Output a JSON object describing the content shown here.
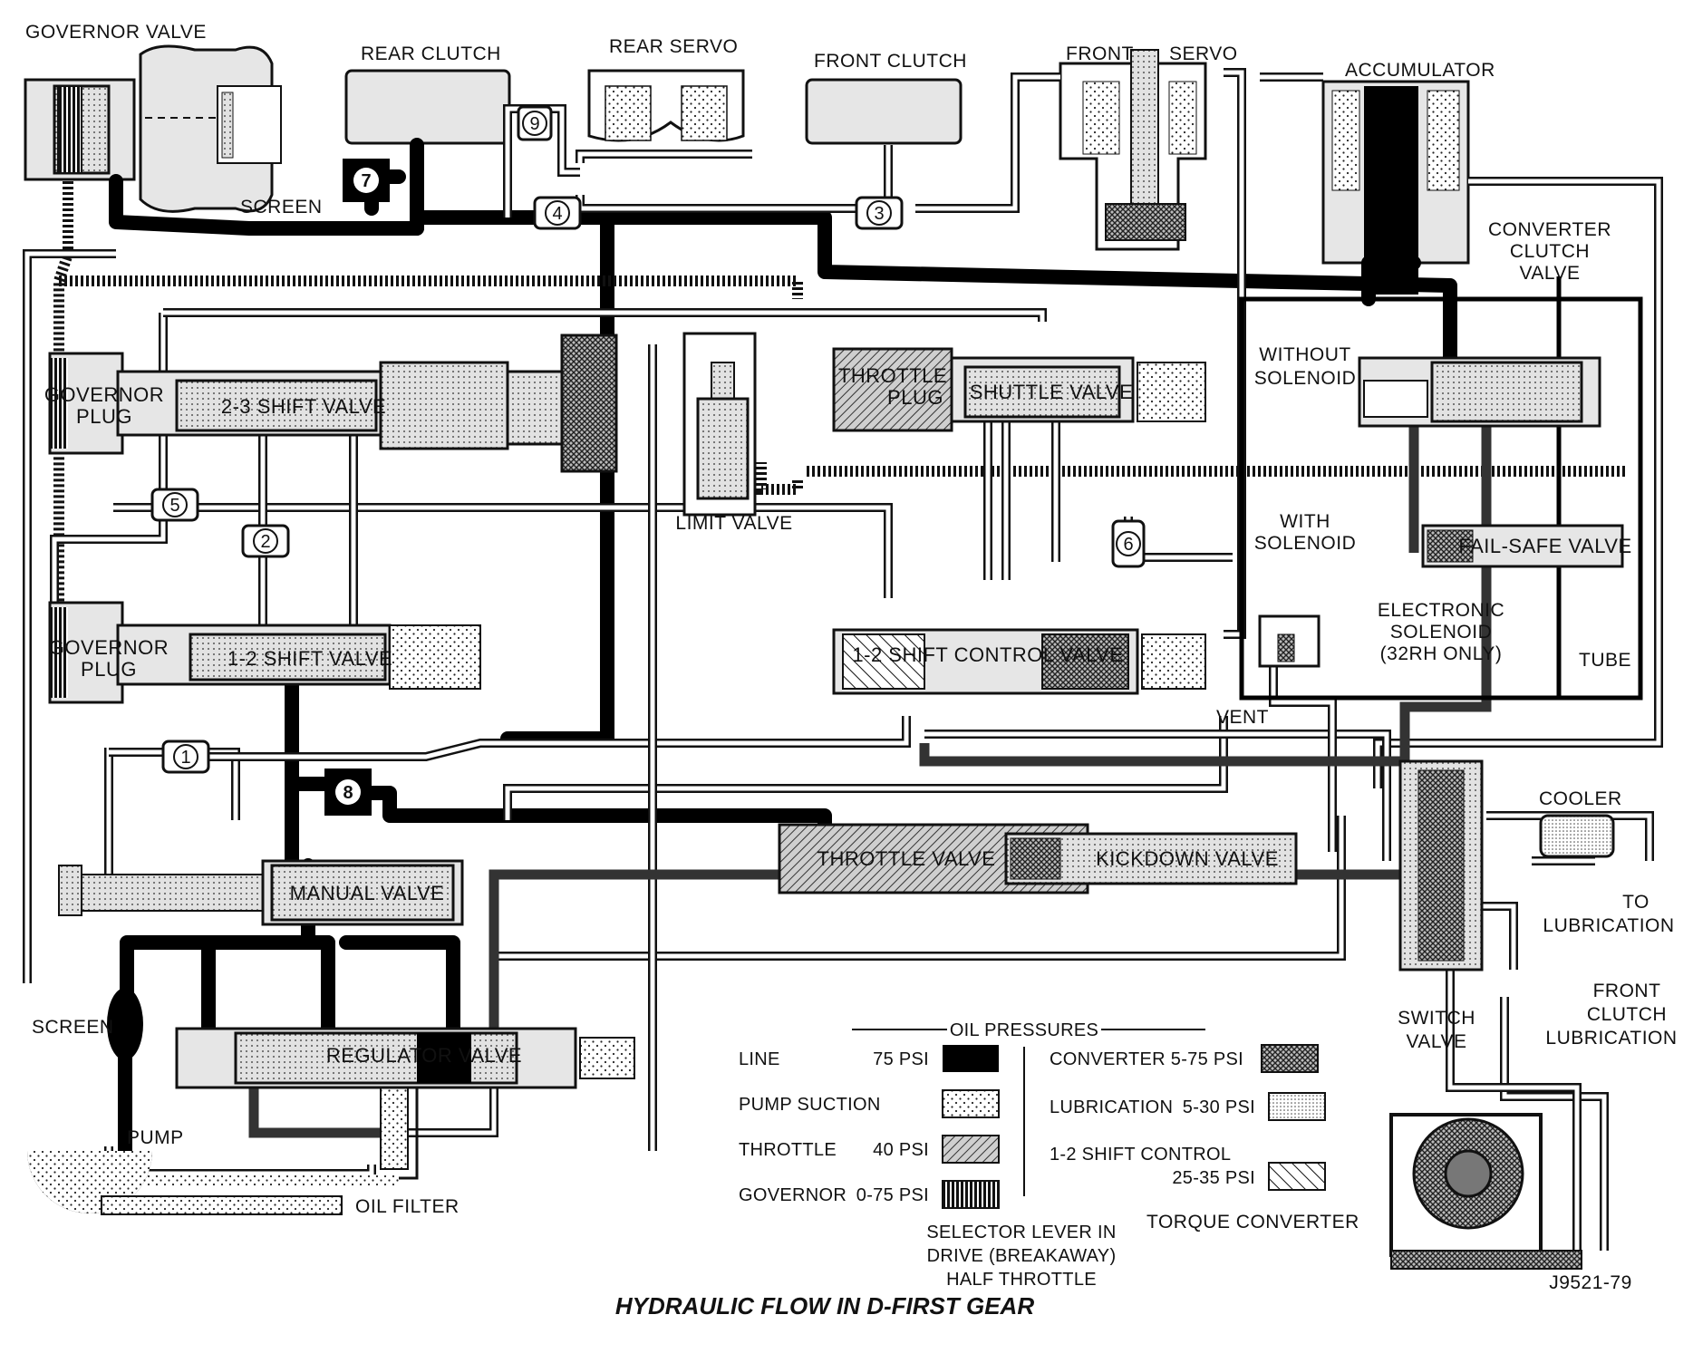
{
  "labels": {
    "governor_valve": "GOVERNOR VALVE",
    "rear_clutch": "REAR CLUTCH",
    "rear_servo": "REAR SERVO",
    "front_clutch": "FRONT CLUTCH",
    "front": "FRONT",
    "servo": "SERVO",
    "accumulator": "ACCUMULATOR",
    "screen_top": "SCREEN",
    "converter_clutch_valve_1": "CONVERTER",
    "converter_clutch_valve_2": "CLUTCH",
    "converter_clutch_valve_3": "VALVE",
    "without_solenoid_1": "WITHOUT",
    "without_solenoid_2": "SOLENOID",
    "with_solenoid_1": "WITH",
    "with_solenoid_2": "SOLENOID",
    "governor_plug_top_1": "GOVERNOR",
    "governor_plug_top_2": "PLUG",
    "shift_23": "2-3 SHIFT VALVE",
    "throttle_plug_1": "THROTTLE",
    "throttle_plug_2": "PLUG",
    "shuttle_valve": "SHUTTLE VALVE",
    "limit_valve": "LIMIT VALVE",
    "fail_safe_valve": "FAIL-SAFE VALVE",
    "governor_plug_bottom_1": "GOVERNOR",
    "governor_plug_bottom_2": "PLUG",
    "shift_12": "1-2 SHIFT VALVE",
    "shift_control_12": "1-2 SHIFT CONTROL VALVE",
    "electronic_solenoid_1": "ELECTRONIC",
    "electronic_solenoid_2": "SOLENOID",
    "electronic_solenoid_3": "(32RH ONLY)",
    "tube": "TUBE",
    "vent": "VENT",
    "cooler": "COOLER",
    "to_lubrication_1": "TO",
    "to_lubrication_2": "LUBRICATION",
    "throttle_valve": "THROTTLE VALVE",
    "kickdown_valve": "KICKDOWN VALVE",
    "manual_valve": "MANUAL VALVE",
    "screen_bottom": "SCREEN",
    "regulator_valve": "REGULATOR VALVE",
    "pump": "PUMP",
    "oil_filter": "OIL FILTER",
    "switch_valve_1": "SWITCH",
    "switch_valve_2": "VALVE",
    "front_clutch_lub_1": "FRONT",
    "front_clutch_lub_2": "CLUTCH",
    "front_clutch_lub_3": "LUBRICATION",
    "torque_converter": "TORQUE CONVERTER",
    "figure_id": "J9521-79"
  },
  "check_balls": [
    "1",
    "2",
    "3",
    "4",
    "5",
    "6",
    "7",
    "8",
    "9"
  ],
  "legend": {
    "title": "OIL PRESSURES",
    "items_left": [
      {
        "name": "LINE",
        "value": "75 PSI",
        "pattern": "solid-black"
      },
      {
        "name": "PUMP SUCTION",
        "value": "",
        "pattern": "sparse-dots"
      },
      {
        "name": "THROTTLE",
        "value": "40 PSI",
        "pattern": "diagonal-crosshatch"
      },
      {
        "name": "GOVERNOR",
        "value": "0-75 PSI",
        "pattern": "vertical-stripes"
      }
    ],
    "items_right": [
      {
        "name": "CONVERTER",
        "value": "5-75 PSI",
        "pattern": "dense-crosshatch"
      },
      {
        "name": "LUBRICATION",
        "value": "5-30 PSI",
        "pattern": "fine-dots"
      },
      {
        "name": "1-2 SHIFT CONTROL",
        "value": "25-35 PSI",
        "pattern": "diagonal-lines"
      }
    ],
    "note_1": "SELECTOR LEVER IN",
    "note_2": "DRIVE (BREAKAWAY)",
    "note_3": "HALF THROTTLE"
  },
  "caption": "HYDRAULIC FLOW IN D-FIRST GEAR"
}
